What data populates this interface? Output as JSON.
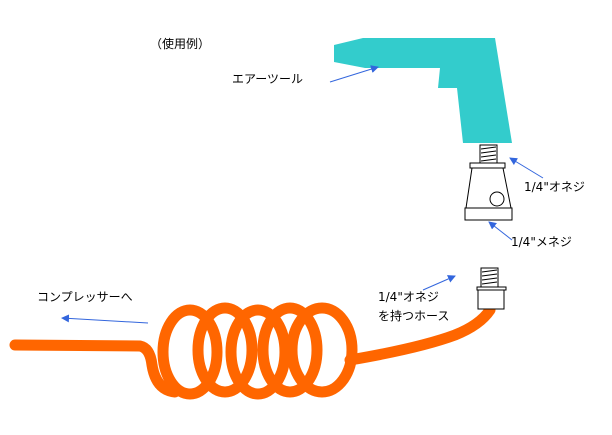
{
  "title": "（使用例）",
  "labels": {
    "air_tool": "エアーツール",
    "male_thread_tool": "1/4\"オネジ",
    "female_thread": "1/4\"メネジ",
    "hose_line1": "1/4\"オネジ",
    "hose_line2": "を持つホース",
    "compressor": "コンプレッサーへ"
  },
  "colors": {
    "tool": "#33CCCC",
    "hose": "#FF6600",
    "arrow": "#3366DD"
  }
}
